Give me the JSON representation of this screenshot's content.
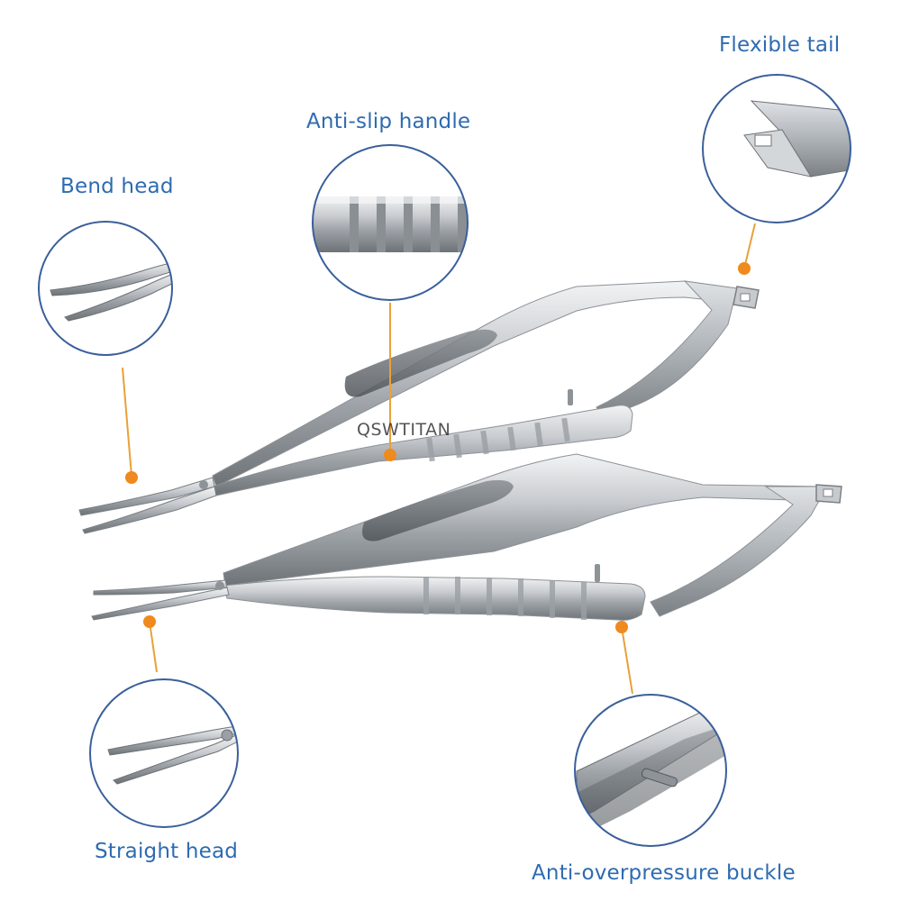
{
  "labels": {
    "flexible_tail": "Flexible tail",
    "anti_slip_handle": "Anti-slip handle",
    "bend_head": "Bend head",
    "straight_head": "Straight head",
    "anti_overpressure_buckle": "Anti-overpressure buckle"
  },
  "watermark": "QSWTITAN",
  "colors": {
    "label_text": "#2e6bb0",
    "circle_border": "#3a5f9a",
    "callout_line": "#e8a13a",
    "callout_dot": "#ef8a1f",
    "steel_light": "#e4e6e8",
    "steel_mid": "#b4b8bc",
    "steel_dark": "#6f7479"
  },
  "icons": {
    "callout_marker": "orange-dot-icon"
  }
}
